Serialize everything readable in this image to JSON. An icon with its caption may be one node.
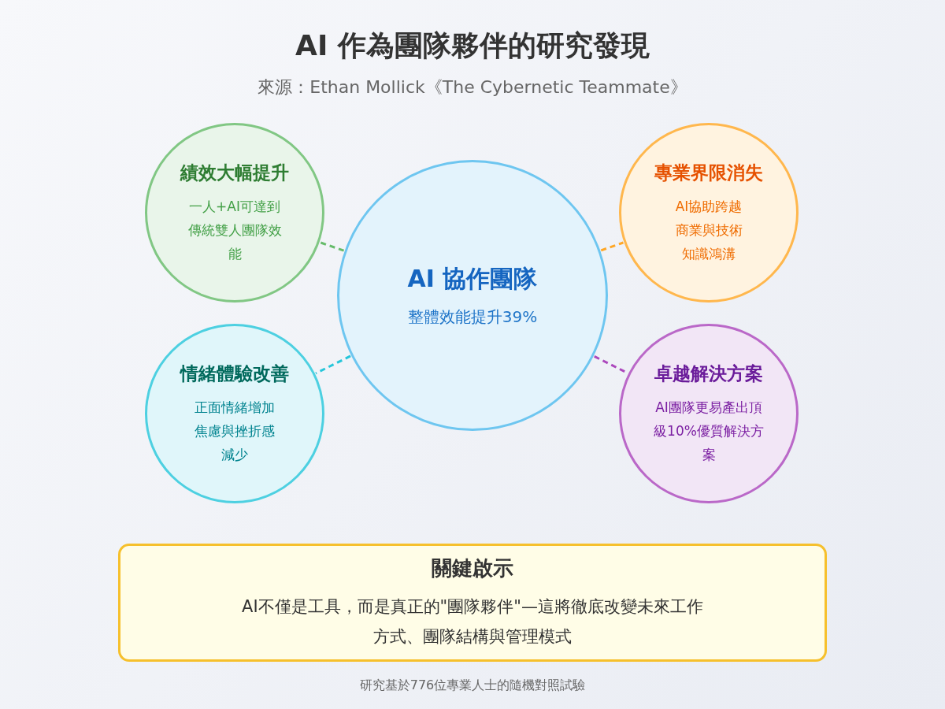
{
  "diagram": {
    "title": "AI 作為團隊夥伴的研究發現",
    "nodes": [
      {
        "text": [
          "AI 協作團隊",
          "整體效能提升39%"
        ]
      },
      {
        "text": [
          "績效大幅提升",
          "一人+AI可達到傳統雙人團隊效能"
        ]
      },
      {
        "text": [
          "專業界限消失",
          "AI協助跨越商業與技術知識鴻溝"
        ]
      },
      {
        "text": [
          "情緒體驗改善",
          "正面情緒增加焦慮與挫折感減少"
        ]
      },
      {
        "text": [
          "卓越解決方案",
          "AI團隊更易產出頂級10%優質解決方案"
        ]
      },
      {
        "text": [
          "關鍵啟示",
          "AI不僅是工具，而是真正的\"團隊夥伴\"—這將徹底改變未來工作方式、團隊結構與管理模式"
        ]
      }
    ],
    "edges": [
      {
        "from": 0,
        "to": 1,
        "arrow": "none",
        "style": "dashed",
        "color": "#66bb6a"
      },
      {
        "from": 0,
        "to": 2,
        "arrow": "none",
        "style": "dashed",
        "color": "#ffa726"
      },
      {
        "from": 0,
        "to": 3,
        "arrow": "none",
        "style": "dashed",
        "color": "#26c6da"
      },
      {
        "from": 0,
        "to": 4,
        "arrow": "none",
        "style": "dashed",
        "color": "#ab47bc"
      }
    ],
    "labels": [
      "來源：Ethan Mollick《The Cybernetic Teammate》",
      "研究基於776位專業人士的隨機對照試驗"
    ]
  }
}
